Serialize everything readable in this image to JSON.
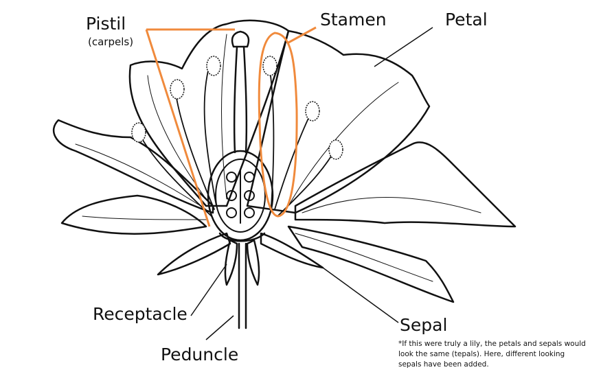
{
  "labels": {
    "pistil": "Pistil",
    "pistil_sub": "(carpels)",
    "stamen": "Stamen",
    "petal": "Petal",
    "receptacle": "Receptacle",
    "peduncle": "Peduncle",
    "sepal": "Sepal"
  },
  "footnote": "*If this were truly a lily, the petals and sepals would look the same (tepals). Here, different looking sepals have been added.",
  "colors": {
    "highlight": "#f08a3c",
    "ink": "#111111"
  }
}
